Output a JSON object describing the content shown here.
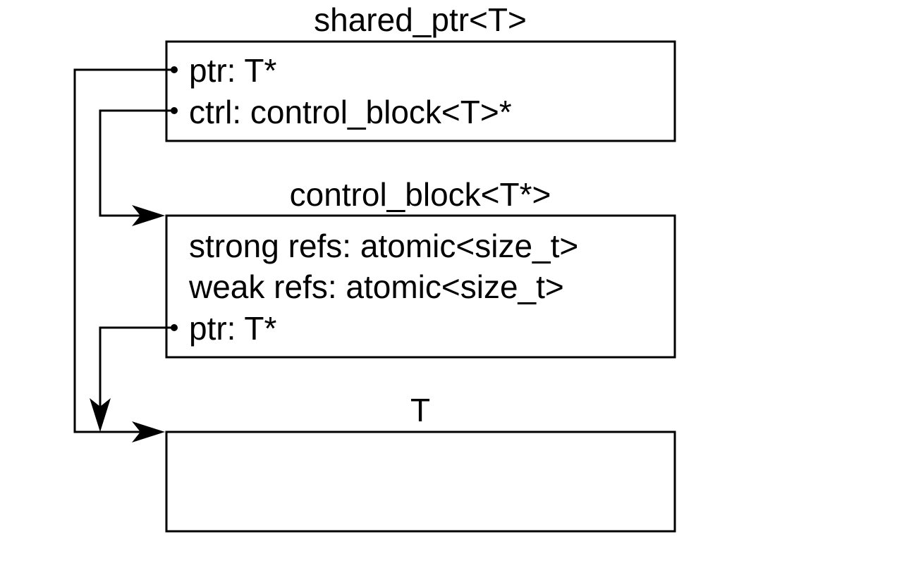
{
  "shared_ptr": {
    "title": "shared_ptr<T>",
    "fields": [
      "ptr: T*",
      "ctrl: control_block<T>*"
    ]
  },
  "control_block": {
    "title": "control_block<T*>",
    "fields": [
      "strong refs: atomic<size_t>",
      "weak refs: atomic<size_t>",
      "ptr: T*"
    ]
  },
  "target": {
    "title": "T"
  },
  "colors": {
    "stroke": "#000000",
    "background": "#ffffff"
  }
}
